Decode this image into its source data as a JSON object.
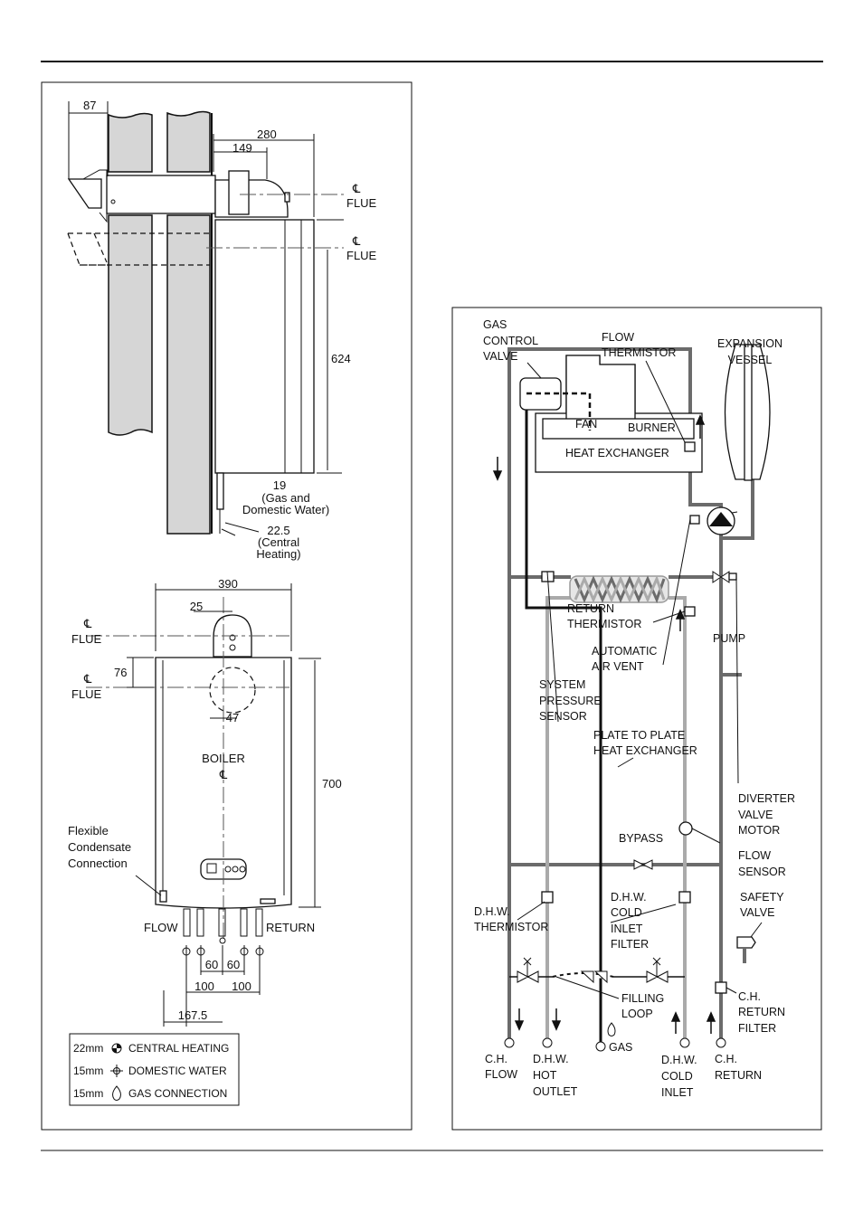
{
  "side_view": {
    "dim_87": "87",
    "dim_280": "280",
    "dim_149": "149",
    "flue_cl_1": "℄",
    "flue_label_1": "FLUE",
    "flue_cl_2": "℄",
    "flue_label_2": "FLUE",
    "dim_624": "624",
    "dim_19": "19",
    "gas_dw_1": "(Gas and",
    "gas_dw_2": "Domestic Water)",
    "dim_22_5": "22.5",
    "ch_1": "(Central",
    "ch_2": "Heating)"
  },
  "front_view": {
    "dim_390": "390",
    "dim_25": "25",
    "flue_cl_1": "℄",
    "flue_label_1": "FLUE",
    "dim_76": "76",
    "flue_cl_2": "℄",
    "flue_label_2": "FLUE",
    "dim_47": "47",
    "boiler_label": "BOILER",
    "boiler_cl": "℄",
    "dim_700": "700",
    "condensate_1": "Flexible",
    "condensate_2": "Condensate",
    "condensate_3": "Connection",
    "flow_label": "FLOW",
    "return_label": "RETURN",
    "dim_60a": "60",
    "dim_60b": "60",
    "dim_100a": "100",
    "dim_100b": "100",
    "dim_167_5": "167.5"
  },
  "legend": [
    {
      "size": "22mm",
      "label": "CENTRAL HEATING",
      "icon": "central-heating-symbol"
    },
    {
      "size": "15mm",
      "label": "DOMESTIC WATER",
      "icon": "domestic-water-symbol"
    },
    {
      "size": "15mm",
      "label": "GAS CONNECTION",
      "icon": "gas-flame-symbol"
    }
  ],
  "schematic": {
    "gas_control_valve": [
      "GAS",
      "CONTROL",
      "VALVE"
    ],
    "flow_thermistor": [
      "FLOW",
      "THERMISTOR"
    ],
    "expansion_vessel": [
      "EXPANSION",
      "VESSEL"
    ],
    "fan": "FAN",
    "burner": "BURNER",
    "heat_exchanger": "HEAT EXCHANGER",
    "return_thermistor": [
      "RETURN",
      "THERMISTOR"
    ],
    "pump": "PUMP",
    "automatic_air_vent": [
      "AUTOMATIC",
      "AIR VENT"
    ],
    "system_pressure_sensor": [
      "SYSTEM",
      "PRESSURE",
      "SENSOR"
    ],
    "plate_heat_exchanger": [
      "PLATE TO PLATE",
      "HEAT EXCHANGER"
    ],
    "diverter_valve_motor": [
      "DIVERTER",
      "VALVE",
      "MOTOR"
    ],
    "bypass": "BYPASS",
    "flow_sensor": [
      "FLOW",
      "SENSOR"
    ],
    "safety_valve": [
      "SAFETY",
      "VALVE"
    ],
    "dhw_thermistor": [
      "D.H.W.",
      "THERMISTOR"
    ],
    "dhw_cold_inlet_filter": [
      "D.H.W.",
      "COLD",
      "INLET",
      "FILTER"
    ],
    "filling_loop": [
      "FILLING",
      "LOOP"
    ],
    "ch_return_filter": [
      "C.H.",
      "RETURN",
      "FILTER"
    ],
    "ch_flow": [
      "C.H.",
      "FLOW"
    ],
    "dhw_hot_outlet": [
      "D.H.W.",
      "HOT",
      "OUTLET"
    ],
    "gas": "GAS",
    "dhw_cold_inlet": [
      "D.H.W.",
      "COLD",
      "INLET"
    ],
    "ch_return": [
      "C.H.",
      "RETURN"
    ]
  },
  "colors": {
    "pipe_heating": "#6b6b6b",
    "pipe_domestic": "#aaaaaa",
    "pipe_gas": "#111111",
    "wall": "#d6d6d6"
  }
}
